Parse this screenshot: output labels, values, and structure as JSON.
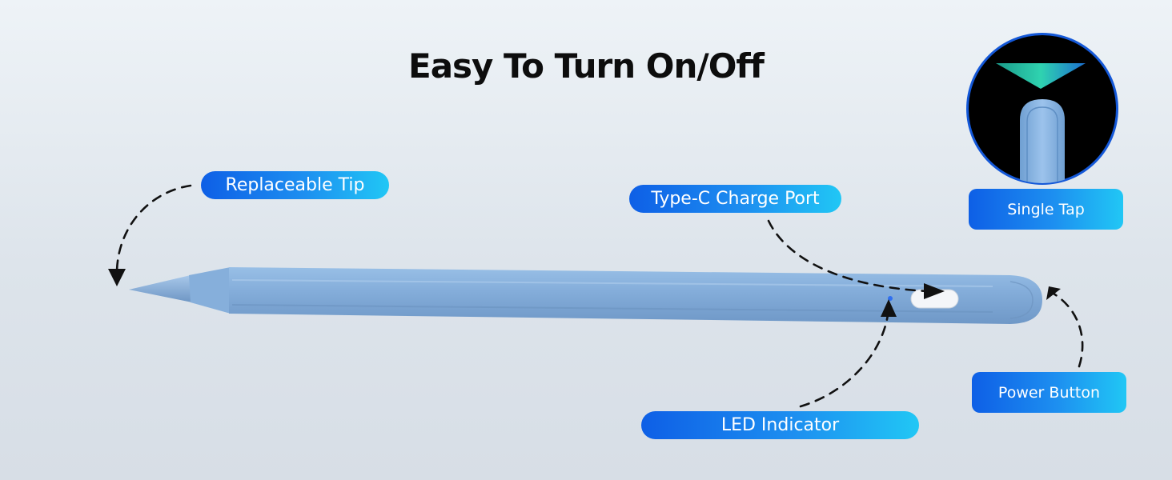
{
  "title": "Easy To Turn On/Off",
  "labels": {
    "replaceable_tip": "Replaceable Tip",
    "charge_port": "Type-C Charge Port",
    "led_indicator": "LED Indicator",
    "single_tap": "Single Tap",
    "power_button": "Power Button"
  },
  "colors": {
    "pen_body": "#84aedb",
    "pill_start": "#0e5fe6",
    "pill_end": "#21c7f5",
    "led": "#2f6ff0",
    "inset_background": "#000000"
  },
  "icons": {
    "pen": "stylus-pen",
    "inset": "pen-tip-tap-icon"
  }
}
